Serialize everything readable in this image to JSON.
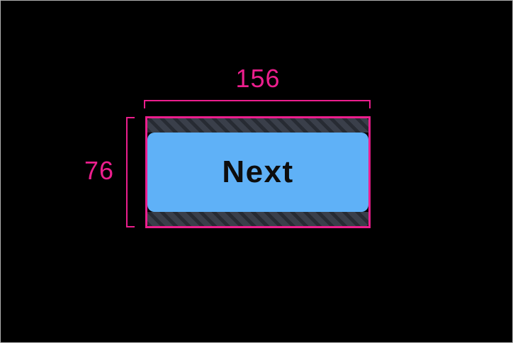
{
  "inspector": {
    "width_label": "156",
    "height_label": "76",
    "button_label": "Next"
  },
  "colors": {
    "canvas-bg": "#000000",
    "frame-border": "#b0b0b0",
    "highlight-pink": "#ec1e8d",
    "padding-bg": "#3a3f4a",
    "padding-stripe": "#272b33",
    "button-blue": "#5fb1f7",
    "button-text": "#0d0d0d"
  }
}
